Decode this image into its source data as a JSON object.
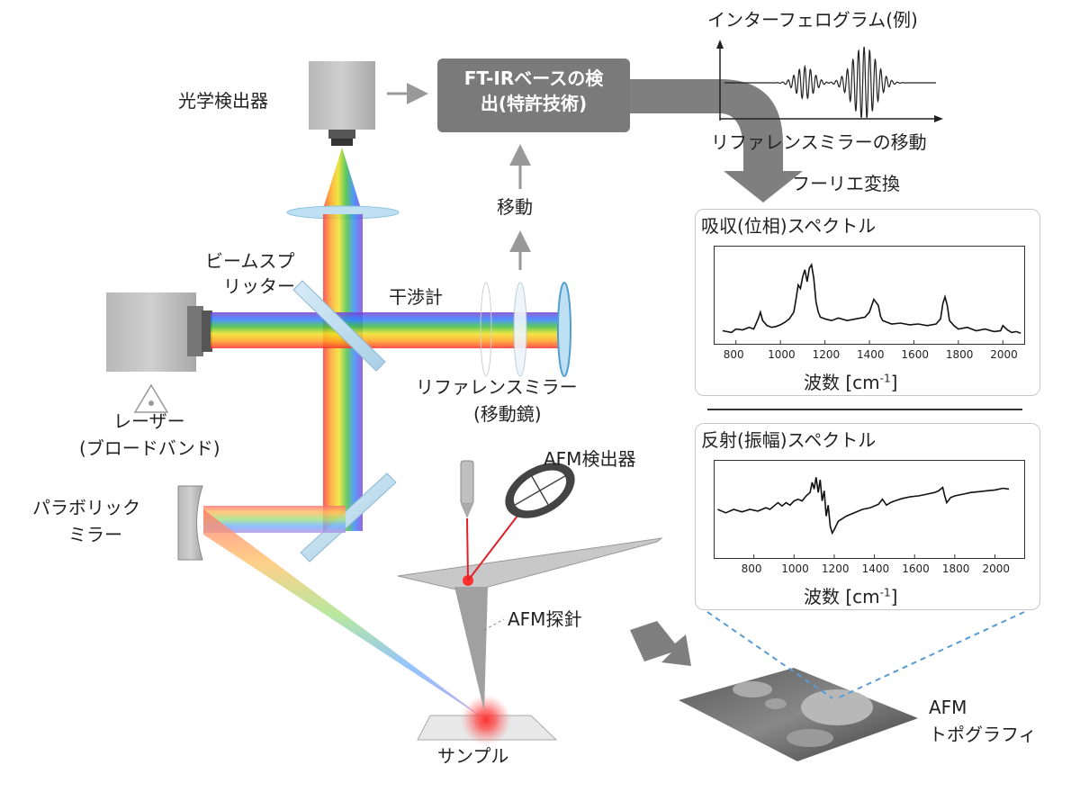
{
  "labels": {
    "optical_detector": "光学検出器",
    "ftir_line1": "FT-IRベースの検",
    "ftir_line2": "出(特許技術)",
    "move": "移動",
    "beamsplitter_line1": "ビームスプ",
    "beamsplitter_line2": "リッター",
    "interferometer": "干渉計",
    "ref_mirror_line1": "リファレンスミラー",
    "ref_mirror_line2": "(移動鏡)",
    "laser_line1": "レーザー",
    "laser_line2": "(ブロードバンド)",
    "parabolic_line1": "パラボリック",
    "parabolic_line2": "ミラー",
    "afm_detector": "AFM検出器",
    "afm_probe": "AFM探針",
    "sample": "サンプル",
    "afm_topo_line1": "AFM",
    "afm_topo_line2": "トポグラフィ",
    "interferogram_title": "インターフェログラム(例)",
    "ref_mirror_move": "リファレンスミラーの移動",
    "fourier": "フーリエ変換"
  },
  "colors": {
    "ftir_box": "#7a7a7a",
    "arrow_gray": "#7f7f7f",
    "afm_laser": "#e0202a",
    "dashed_line": "#5b9bd5"
  },
  "chart_data": [
    {
      "type": "line",
      "title": "吸収(位相)スペクトル",
      "xlabel": "波数 [cm-1]",
      "xlabel_main": "波数 [cm",
      "xlabel_sup": "-1",
      "xlabel_end": "]",
      "xlim": [
        700,
        2100
      ],
      "xticks": [
        800,
        1000,
        1200,
        1400,
        1600,
        1800,
        2000
      ],
      "tick_labels": [
        "800",
        "1000",
        "1200",
        "1400",
        "1600",
        "1800",
        "2000"
      ],
      "ylim": [
        0,
        1
      ],
      "x": [
        740,
        780,
        800,
        830,
        860,
        880,
        900,
        910,
        920,
        940,
        960,
        980,
        1000,
        1020,
        1040,
        1060,
        1070,
        1080,
        1090,
        1100,
        1110,
        1120,
        1130,
        1140,
        1150,
        1160,
        1170,
        1180,
        1200,
        1230,
        1260,
        1300,
        1340,
        1380,
        1400,
        1420,
        1440,
        1450,
        1460,
        1480,
        1500,
        1540,
        1580,
        1620,
        1660,
        1700,
        1720,
        1730,
        1740,
        1750,
        1760,
        1780,
        1800,
        1840,
        1880,
        1920,
        1960,
        1990,
        2000,
        2020,
        2040,
        2060,
        2080
      ],
      "y": [
        0.08,
        0.06,
        0.1,
        0.09,
        0.12,
        0.1,
        0.22,
        0.3,
        0.2,
        0.14,
        0.12,
        0.13,
        0.15,
        0.18,
        0.22,
        0.3,
        0.45,
        0.62,
        0.58,
        0.72,
        0.8,
        0.66,
        0.82,
        0.86,
        0.7,
        0.42,
        0.3,
        0.24,
        0.22,
        0.2,
        0.23,
        0.2,
        0.22,
        0.24,
        0.3,
        0.45,
        0.38,
        0.25,
        0.2,
        0.18,
        0.16,
        0.17,
        0.15,
        0.16,
        0.14,
        0.16,
        0.22,
        0.4,
        0.48,
        0.38,
        0.2,
        0.14,
        0.1,
        0.12,
        0.08,
        0.1,
        0.07,
        0.08,
        0.14,
        0.09,
        0.06,
        0.07,
        0.05
      ]
    },
    {
      "type": "line",
      "title": "反射(振幅)スペクトル",
      "xlabel": "波数 [cm-1]",
      "xlabel_main": "波数 [cm",
      "xlabel_sup": "-1",
      "xlabel_end": "]",
      "xlim": [
        600,
        2150
      ],
      "xticks": [
        800,
        1000,
        1200,
        1400,
        1600,
        1800,
        2000
      ],
      "tick_labels": [
        "800",
        "1000",
        "1200",
        "1400",
        "1600",
        "1800",
        "2000"
      ],
      "ylim": [
        0,
        1
      ],
      "x": [
        620,
        660,
        700,
        740,
        780,
        820,
        860,
        880,
        900,
        920,
        940,
        960,
        980,
        1000,
        1020,
        1040,
        1060,
        1080,
        1090,
        1100,
        1110,
        1120,
        1130,
        1140,
        1150,
        1160,
        1170,
        1180,
        1190,
        1200,
        1220,
        1260,
        1300,
        1340,
        1380,
        1420,
        1440,
        1460,
        1480,
        1500,
        1540,
        1580,
        1620,
        1660,
        1700,
        1720,
        1740,
        1750,
        1760,
        1780,
        1800,
        1840,
        1880,
        1920,
        1960,
        2000,
        2040,
        2070
      ],
      "y": [
        0.5,
        0.46,
        0.5,
        0.47,
        0.5,
        0.48,
        0.52,
        0.5,
        0.54,
        0.58,
        0.54,
        0.58,
        0.55,
        0.6,
        0.62,
        0.6,
        0.66,
        0.7,
        0.82,
        0.74,
        0.88,
        0.7,
        0.85,
        0.6,
        0.72,
        0.42,
        0.55,
        0.3,
        0.22,
        0.26,
        0.36,
        0.42,
        0.46,
        0.5,
        0.52,
        0.56,
        0.62,
        0.55,
        0.58,
        0.6,
        0.63,
        0.65,
        0.66,
        0.68,
        0.7,
        0.72,
        0.76,
        0.66,
        0.58,
        0.64,
        0.66,
        0.68,
        0.7,
        0.71,
        0.72,
        0.73,
        0.75,
        0.74
      ]
    },
    {
      "type": "line",
      "title": "インターフェログラム(例)",
      "xlabel": "リファレンスミラーの移動",
      "series": [
        {
          "center": 0.38,
          "width": 0.06,
          "amp": 0.45
        },
        {
          "center": 0.66,
          "width": 0.08,
          "amp": 1.0
        }
      ]
    }
  ]
}
